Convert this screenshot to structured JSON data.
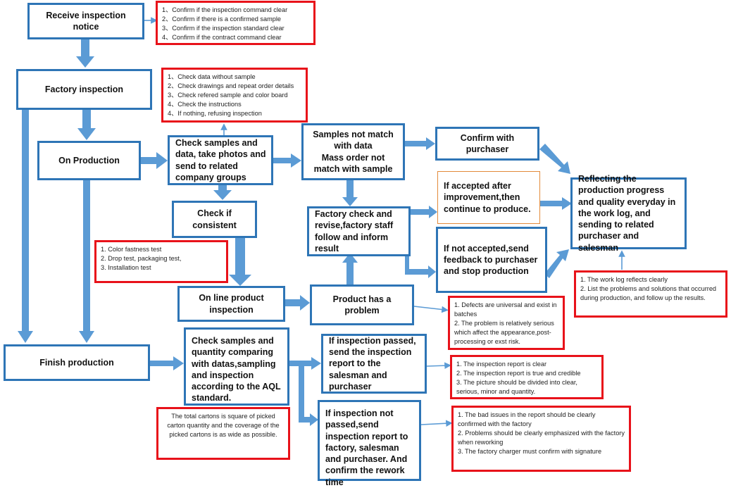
{
  "boxes": {
    "receive": "Receive inspection notice",
    "factory": "Factory inspection",
    "on_production": "On Production",
    "check_samples": "Check samples and data, take photos and send to related company groups",
    "not_match": "Samples not match with data\nMass order not match with sample",
    "confirm_purchaser": "Confirm with purchaser",
    "accepted": "If accepted after improvement,then continue to produce.",
    "reflecting": "Reflecting the production progress and quality everyday in the work log, and sending to related purchaser and salesman",
    "check_consistent": "Check if consistent",
    "factory_check": "Factory check and revise,factory staff follow and inform result",
    "not_accepted": "If not accepted,send feedback to purchaser and stop production",
    "online": "On line product inspection",
    "problem": "Product has a problem",
    "finish": "Finish production",
    "check_qty": "Check samples and quantity comparing with datas,sampling and inspection according to the AQL standard.",
    "passed": "If inspection passed, send the inspection report to the salesman and purchaser",
    "not_passed": "If inspection not passed,send inspection report to factory, salesman and purchaser. And confirm the rework time"
  },
  "notes": {
    "receive": [
      "1、Confirm if the inspection command clear",
      "2、Confirm if there is a confirmed sample",
      "3、Confirm if the inspection standard clear",
      "4、Confirm if the contract command clear"
    ],
    "factory": [
      "1、Check data without sample",
      "2、Check drawings and repeat order details",
      "3、Check refered sample and color board",
      "4、Check the instructions",
      "4、If nothing, refusing inspection"
    ],
    "tests": [
      "1. Color fastness test",
      "2. Drop test, packaging test,",
      "3. Installation test"
    ],
    "worklog": [
      "1. The work log reflects clearly",
      "2. List the problems and solutions that occurred during production, and follow up the results."
    ],
    "defects": [
      "1. Defects are universal and exist in batches",
      "2. The problem is relatively serious which affect the appearance,post-processing or exst risk."
    ],
    "report": [
      "1. The inspection report is clear",
      "2. The inspection report is true and credible",
      "3. The picture should be divided into clear, serious, minor and quantity."
    ],
    "cartons": [
      "The total cartons is square of picked carton quantity and the coverage of the picked cartons is as wide as possible."
    ],
    "rework": [
      "1. The bad issues in the report should be clearly confirmed with the factory",
      "2. Problems should be clearly emphasized with the factory when reworking",
      "3. The factory charger must confirm with signature"
    ]
  }
}
